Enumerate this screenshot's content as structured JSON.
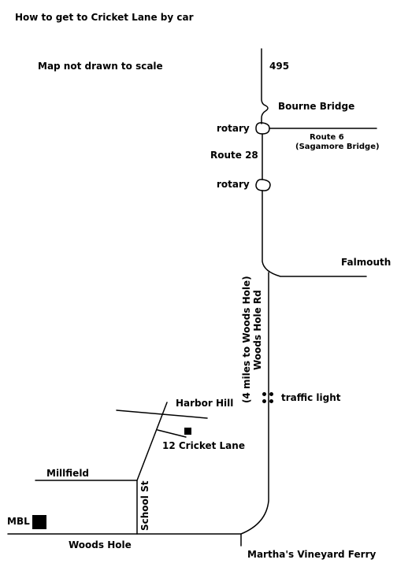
{
  "title": "How to get to Cricket Lane by car",
  "scale_note": "Map not drawn to scale",
  "labels": {
    "i495": "495",
    "bourne_bridge": "Bourne Bridge",
    "rotary_1": "rotary",
    "route6_a": "Route 6",
    "route6_b": "(Sagamore Bridge)",
    "route28": "Route 28",
    "rotary_2": "rotary",
    "falmouth": "Falmouth",
    "woods_hole_rd_a": "(4 miles to Woods Hole)",
    "woods_hole_rd_b": "Woods Hole Rd",
    "traffic_light": "traffic light",
    "harbor_hill": "Harbor Hill",
    "cricket_lane": "12 Cricket Lane",
    "millfield": "Millfield",
    "school_st": "School St",
    "mbl": "MBL",
    "woods_hole": "Woods Hole",
    "ferry": "Martha's Vineyard Ferry"
  },
  "icons": {
    "destination": "filled-square-icon",
    "mbl": "filled-square-icon",
    "traffic_light": "four-dots-icon",
    "rotary": "roundabout-icon"
  },
  "colors": {
    "ink": "#000000",
    "background": "#ffffff"
  }
}
